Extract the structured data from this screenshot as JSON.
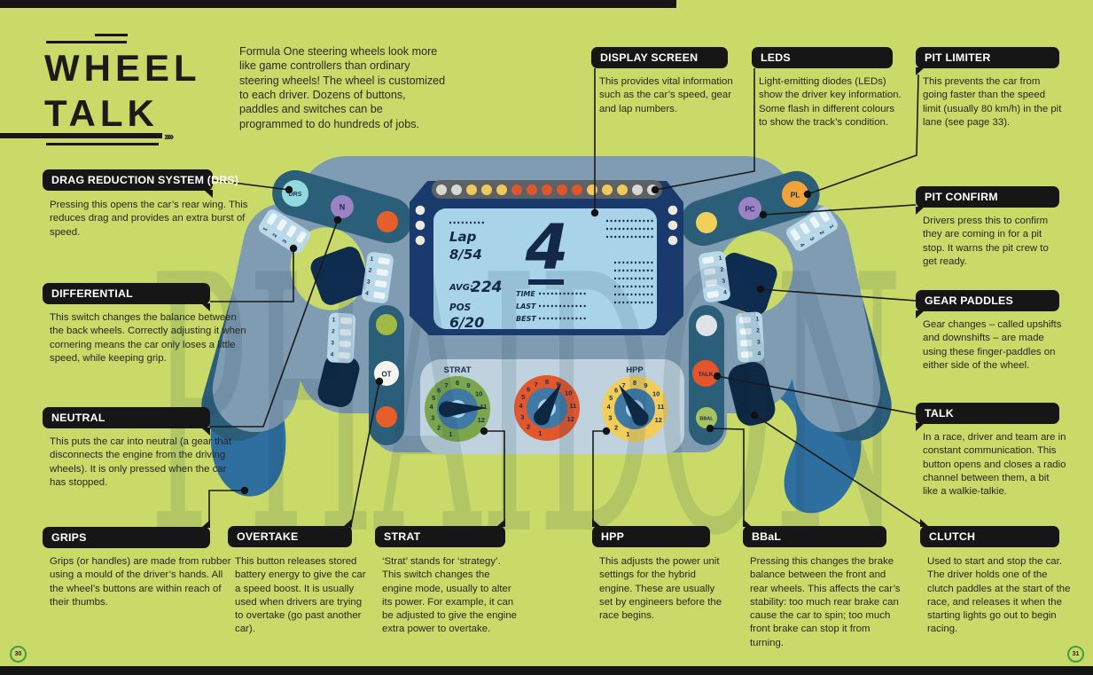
{
  "page": {
    "title_line1": "WHEEL",
    "title_line2": "TALK",
    "title_arrows": "››››",
    "intro": "Formula One steering wheels look more like game controllers than ordinary steering wheels! The wheel is customized to each driver. Dozens of buttons, paddles and switches can be programmed to do hundreds of jobs.",
    "page_number_left": "30",
    "page_number_right": "31"
  },
  "callouts": [
    {
      "id": "display-screen",
      "title": "DISPLAY SCREEN",
      "body": "This provides vital information such as the car’s speed, gear and lap numbers."
    },
    {
      "id": "leds",
      "title": "LEDS",
      "body": "Light-emitting diodes (LEDs) show the driver key information. Some flash in different colours to show the track’s condition."
    },
    {
      "id": "pit-limiter",
      "title": "PIT LIMITER",
      "body": "This prevents the car from going faster than the speed limit (usually 80 km/h) in the pit lane (see page 33)."
    },
    {
      "id": "drs",
      "title": "DRAG REDUCTION SYSTEM (DRS)",
      "body": "Pressing this opens the car’s rear wing. This reduces drag and provides an extra burst of speed."
    },
    {
      "id": "differential",
      "title": "DIFFERENTIAL",
      "body": "This switch changes the balance between the back wheels. Correctly adjusting it when cornering means the car only loses a little speed, while keeping grip."
    },
    {
      "id": "neutral",
      "title": "NEUTRAL",
      "body": "This puts the car into neutral (a gear that disconnects the engine from the driving wheels). It is only pressed when the car has stopped."
    },
    {
      "id": "pit-confirm",
      "title": "PIT CONFIRM",
      "body": "Drivers press this to confirm they are coming in for a pit stop. It warns the pit crew to get ready."
    },
    {
      "id": "gear-paddles",
      "title": "GEAR PADDLES",
      "body": "Gear changes – called upshifts and downshifts – are made using these finger-paddles on either side of the wheel."
    },
    {
      "id": "talk",
      "title": "TALK",
      "body": "In a race, driver and team are in constant communication. This button opens and closes a radio channel between them, a bit like a walkie-talkie."
    },
    {
      "id": "grips",
      "title": "GRIPS",
      "body": "Grips (or handles) are made from rubber using a mould of the driver’s hands. All the wheel’s buttons are within reach of their thumbs."
    },
    {
      "id": "overtake",
      "title": "OVERTAKE",
      "body": "This button releases stored battery energy to give the car a speed boost. It is usually used when drivers are trying to overtake (go past another car)."
    },
    {
      "id": "strat",
      "title": "STRAT",
      "body": "‘Strat’ stands for ‘strategy’. This switch changes the engine mode, usually to alter its power. For example, it can be adjusted to give the engine extra power to overtake."
    },
    {
      "id": "hpp",
      "title": "HPP",
      "body": "This adjusts the power unit settings for the hybrid engine. These are usually set by engineers before the race begins."
    },
    {
      "id": "bbal",
      "title": "BBaL",
      "body": "Pressing this changes the brake balance between the front and rear wheels. This affects the car’s stability: too much rear brake can cause the car to spin; too much front brake can stop it from turning."
    },
    {
      "id": "clutch",
      "title": "CLUTCH",
      "body": "Used to start and stop the car. The driver holds one of the clutch paddles at the start of the race, and releases it when the starting lights go out to begin racing."
    }
  ],
  "wheel": {
    "watermark": "PHAIDON",
    "buttons": {
      "drs": "DRS",
      "n": "N",
      "ot": "OT",
      "pl": "PL",
      "pc": "PC",
      "talk": "TALK",
      "bbal": "BBAL"
    },
    "screen": {
      "lap_label": "Lap",
      "lap_value": "8/54",
      "gear": "4",
      "avg_label": "AVG:",
      "avg_value": "224",
      "pos_label": "POS",
      "pos_value": "6/20",
      "time_label": "TIME",
      "last_label": "LAST",
      "best_label": "BEST"
    },
    "dials": [
      {
        "label": "STRAT"
      },
      {
        "label": ""
      },
      {
        "label": "HPP"
      }
    ],
    "dial_scale": [
      "1",
      "2",
      "3",
      "4",
      "5",
      "6",
      "7",
      "8",
      "9",
      "10",
      "11",
      "12"
    ],
    "switch_labels": [
      "1",
      "2",
      "3",
      "4"
    ],
    "leds": [
      "silver",
      "silver",
      "yellow",
      "yellow",
      "yellow",
      "orange",
      "orange",
      "orange",
      "orange",
      "orange",
      "yellow",
      "yellow",
      "yellow",
      "silver",
      "silver"
    ]
  },
  "colors": {
    "background": "#c9da68",
    "callout_black": "#161616",
    "wheel_body": "#7f9cb2",
    "wheel_teal": "#2b5e78",
    "paddle_blue": "#2f6f9f",
    "paddle_navy": "#0e2c50",
    "bezel_navy": "#1a3a6e",
    "screen_blue": "#a9d3e9",
    "dial_panel": "#bfd2dd",
    "dial_green": "#7ca64b",
    "dial_orange": "#e2572b",
    "dial_yellow": "#f2cd5a",
    "led_silver": "#d8d8d2",
    "led_yellow": "#efc95b",
    "led_orange": "#e0562c",
    "badge_green": "#3f9e46"
  }
}
